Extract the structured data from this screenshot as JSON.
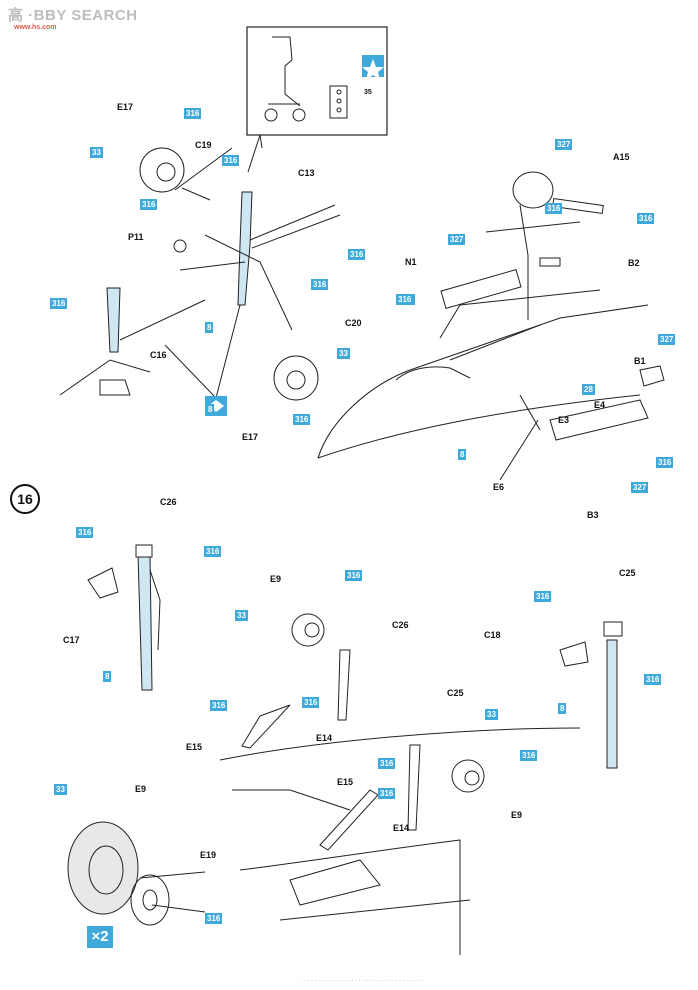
{
  "watermark": {
    "text": "高 ·BBY SEARCH",
    "sub": "www.hs.com"
  },
  "step": {
    "number": "16",
    "quantity": "×2"
  },
  "inset_note": "35",
  "part_labels": [
    "E17",
    "C19",
    "C13",
    "P11",
    "C16",
    "C20",
    "E17",
    "A15",
    "N1",
    "B2",
    "B1",
    "E4",
    "E3",
    "E6",
    "B3",
    "C26",
    "C17",
    "E9",
    "C26",
    "C25",
    "C18",
    "E15",
    "E14",
    "C25",
    "E15",
    "E14",
    "E9",
    "E9",
    "E19"
  ],
  "paint_codes": [
    "316",
    "33",
    "316",
    "316",
    "316",
    "316",
    "8",
    "316",
    "316",
    "316",
    "33",
    "316",
    "8",
    "327",
    "316",
    "327",
    "316",
    "316",
    "327",
    "28",
    "8",
    "327",
    "316",
    "316",
    "8",
    "316",
    "33",
    "316",
    "8",
    "316",
    "316",
    "316",
    "316",
    "33",
    "316",
    "316",
    "33",
    "316",
    "x"
  ],
  "footer": "· · · · · · · · · · · · · · · · · · · · · · · · · · · · · · · · · ·"
}
